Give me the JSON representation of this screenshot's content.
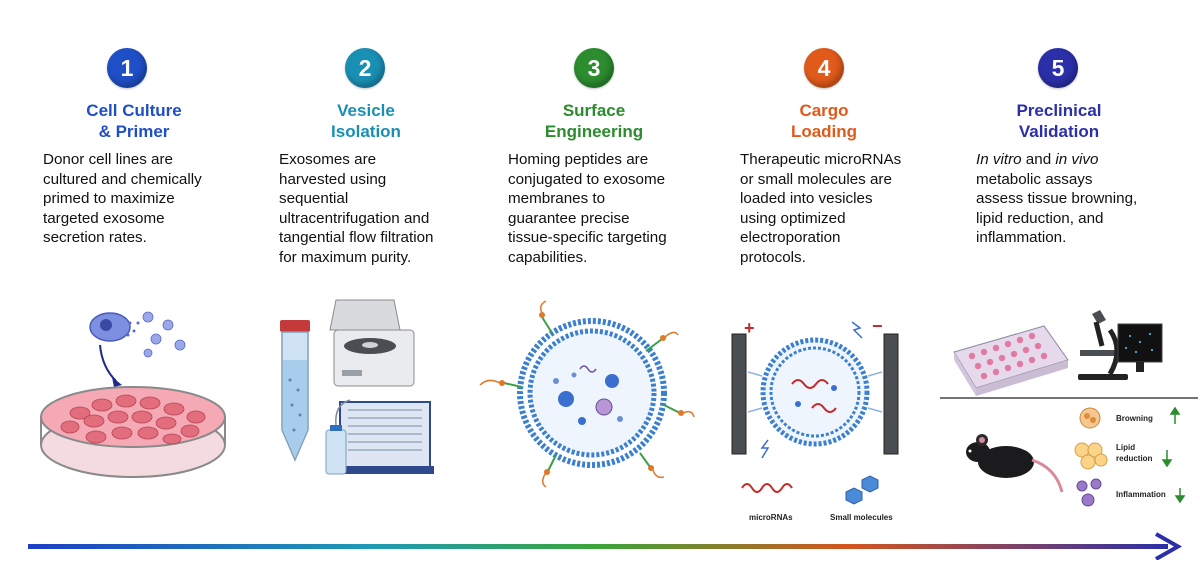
{
  "steps": [
    {
      "number": "1",
      "title": [
        "Cell Culture",
        "& Primer"
      ],
      "color": "#1f4fc7",
      "description": [
        "Donor cell lines are",
        "cultured and chemically",
        "primed to maximize",
        "targeted exosome",
        "secretion rates."
      ]
    },
    {
      "number": "2",
      "title": [
        "Vesicle",
        "Isolation"
      ],
      "color": "#1a8fb4",
      "description": [
        "Exosomes are",
        "harvested using",
        "sequential",
        "ultracentrifugation and",
        "tangential flow filtration",
        "for maximum purity."
      ]
    },
    {
      "number": "3",
      "title": [
        "Surface",
        "Engineering"
      ],
      "color": "#2c8c2e",
      "description": [
        "Homing peptides are",
        "conjugated to exosome",
        "membranes to",
        "guarantee precise",
        "tissue-specific targeting",
        "capabilities."
      ]
    },
    {
      "number": "4",
      "title": [
        "Cargo",
        "Loading"
      ],
      "color": "#e05a1a",
      "description": [
        "Therapeutic microRNAs",
        "or small molecules are",
        "loaded into vesicles",
        "using optimized",
        "electroporation",
        "protocols."
      ]
    },
    {
      "number": "5",
      "title": [
        "Preclinical",
        "Validation"
      ],
      "color": "#2b2fa8",
      "description_rich": [
        {
          "italic1": "In vitro",
          "mid": " and ",
          "italic2": "in vivo"
        },
        "metabolic assays",
        "assess tissue browning,",
        "lipid reduction, and",
        "inflammation."
      ]
    }
  ],
  "icons": {
    "cell_culture": "petri-dish-icon",
    "isolation": "centrifuge-icon",
    "engineering": "exosome-icon",
    "loading": "electroporation-icon",
    "validation": "mouse-assay-icon"
  },
  "cargo_labels": {
    "micro": "microRNAs",
    "small": "Small molecules",
    "plus": "+",
    "minus": "−"
  },
  "assay_labels": {
    "browning": "Browning",
    "lipid_line1": "Lipid",
    "lipid_line2": "reduction",
    "inflammation": "Inflammation"
  }
}
